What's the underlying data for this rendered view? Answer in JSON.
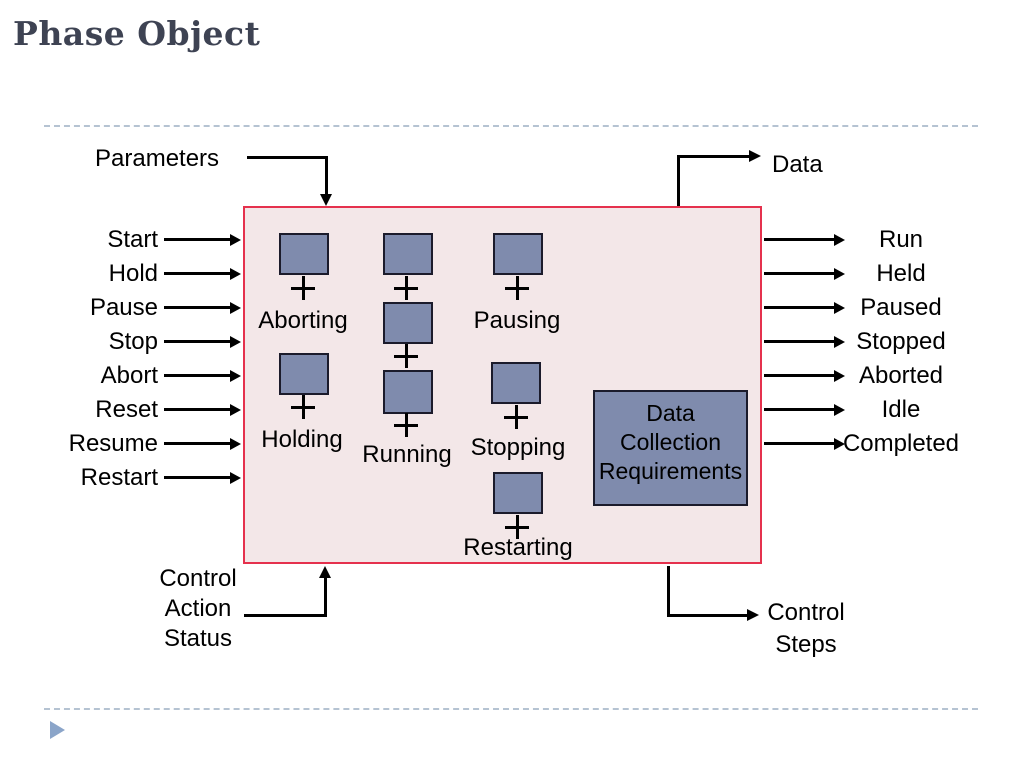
{
  "slide": {
    "title": "Phase Object"
  },
  "diagram": {
    "inputs": [
      "Start",
      "Hold",
      "Pause",
      "Stop",
      "Abort",
      "Reset",
      "Resume",
      "Restart"
    ],
    "outputs": [
      "Run",
      "Held",
      "Paused",
      "Stopped",
      "Aborted",
      "Idle",
      "Completed"
    ],
    "states": [
      "Aborting",
      "Holding",
      "Running",
      "Pausing",
      "Stopping",
      "Restarting"
    ],
    "io": {
      "parameters": "Parameters",
      "data": "Data",
      "control_action_status": [
        "Control",
        "Action",
        "Status"
      ],
      "control_steps": [
        "Control",
        "Steps"
      ]
    },
    "data_collection": [
      "Data",
      "Collection",
      "Requirements"
    ]
  },
  "colors": {
    "title": "#3e4353",
    "box_border": "#e5314d",
    "box_fill": "#f3e7e8",
    "step_fill": "#7f8bad",
    "step_border": "#1b1b2b",
    "dashed_divider": "#b5c3d2",
    "footer_bullet": "#8ba5c9",
    "arrow": "#000000"
  }
}
